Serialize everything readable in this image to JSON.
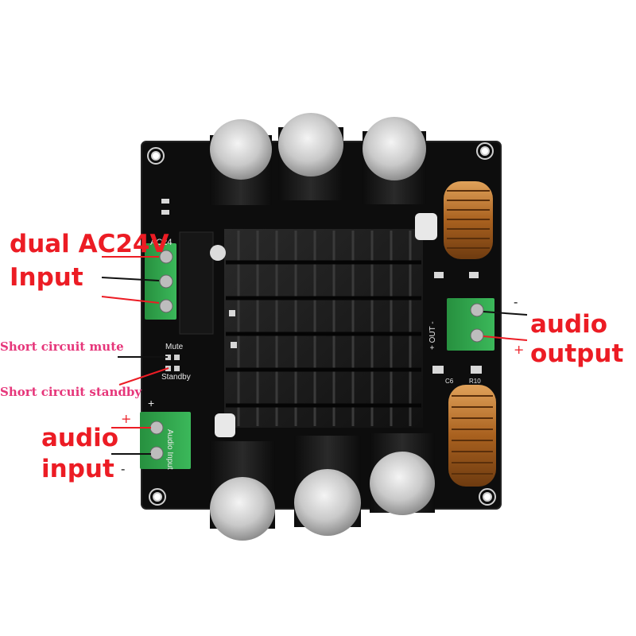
{
  "image": {
    "subject": "audio-amplifier-board",
    "colors": {
      "pcb": "#0d0d0d",
      "heatsink": "#1b1b1b",
      "terminal": "#2fa34a",
      "capacitor": "#1a1a1a",
      "coil": "#c0782f",
      "label_red": "#ec1c24",
      "label_black": "#111111",
      "label_pink": "#e6367a"
    }
  },
  "labels": {
    "power_line1": "dual AC24V",
    "power_line2": "Input",
    "mute": "Short circuit mute",
    "standby": "Short circuit standby",
    "audio_in_line1": "audio",
    "audio_in_line2": "input",
    "audio_in_plus": "+",
    "audio_in_minus": "-",
    "audio_out_line1": "audio",
    "audio_out_line2": "output",
    "audio_out_minus": "-",
    "audio_out_plus": "+"
  },
  "silkscreen": {
    "ac24": "AC24",
    "mute": "Mute",
    "standby": "Standby",
    "audio_input": "Audio Input",
    "out": "+ OUT -",
    "plus": "+",
    "c6": "C6",
    "r10": "R10"
  }
}
